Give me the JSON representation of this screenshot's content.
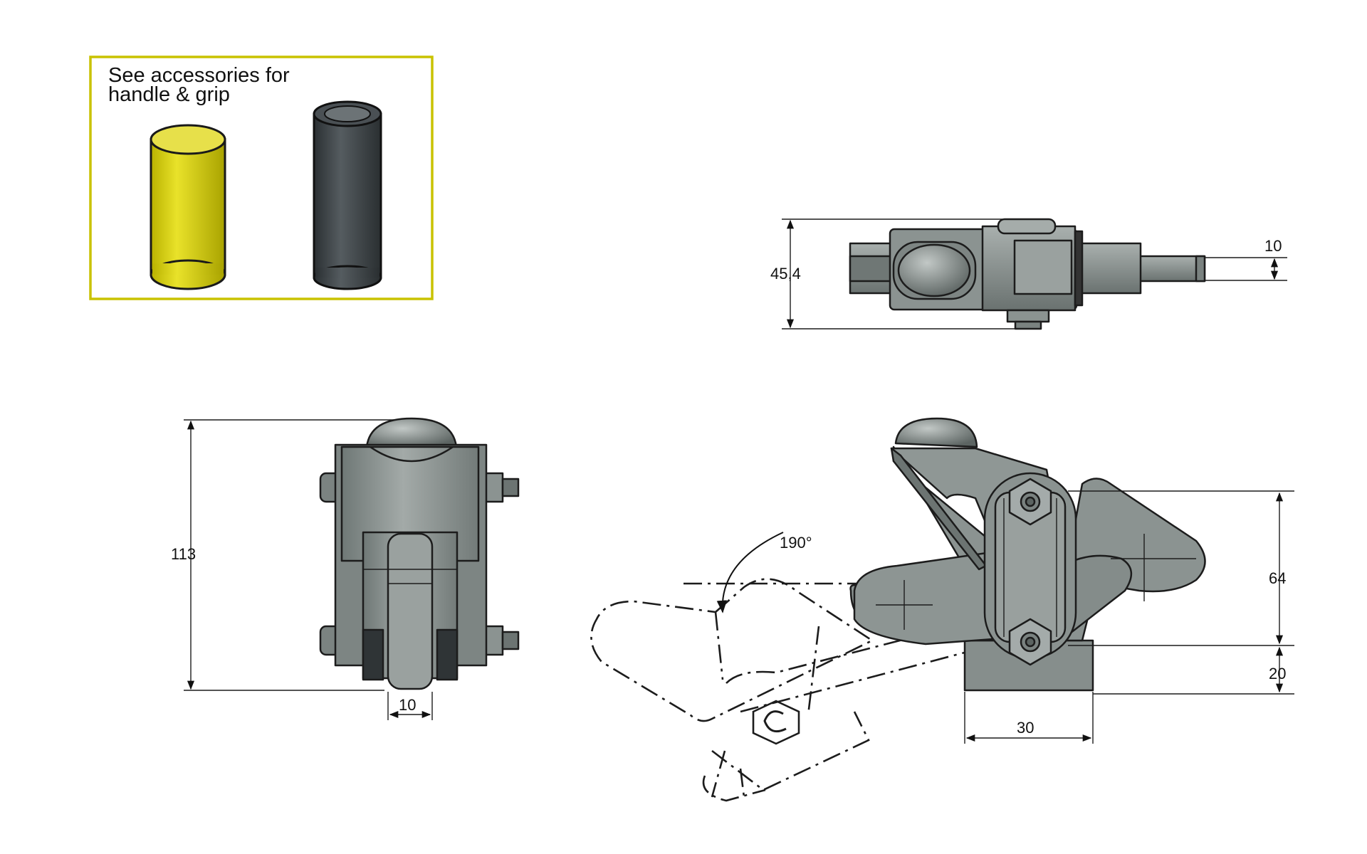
{
  "accessories_note": {
    "line1": "See accessories for",
    "line2": "handle & grip"
  },
  "dimensions": {
    "top_view_height": "45,4",
    "top_view_pin": "10",
    "front_height": "113",
    "front_width": "10",
    "swing_angle": "190°",
    "pivot_distance": "64",
    "base_offset": "20",
    "base_width": "30"
  },
  "colors": {
    "accent_frame": "#c9c200",
    "grip_yellow": "#d8d100",
    "handle_dark": "#3c4245",
    "metal_grey": "#8d9593",
    "metal_dark": "#5e6664"
  }
}
